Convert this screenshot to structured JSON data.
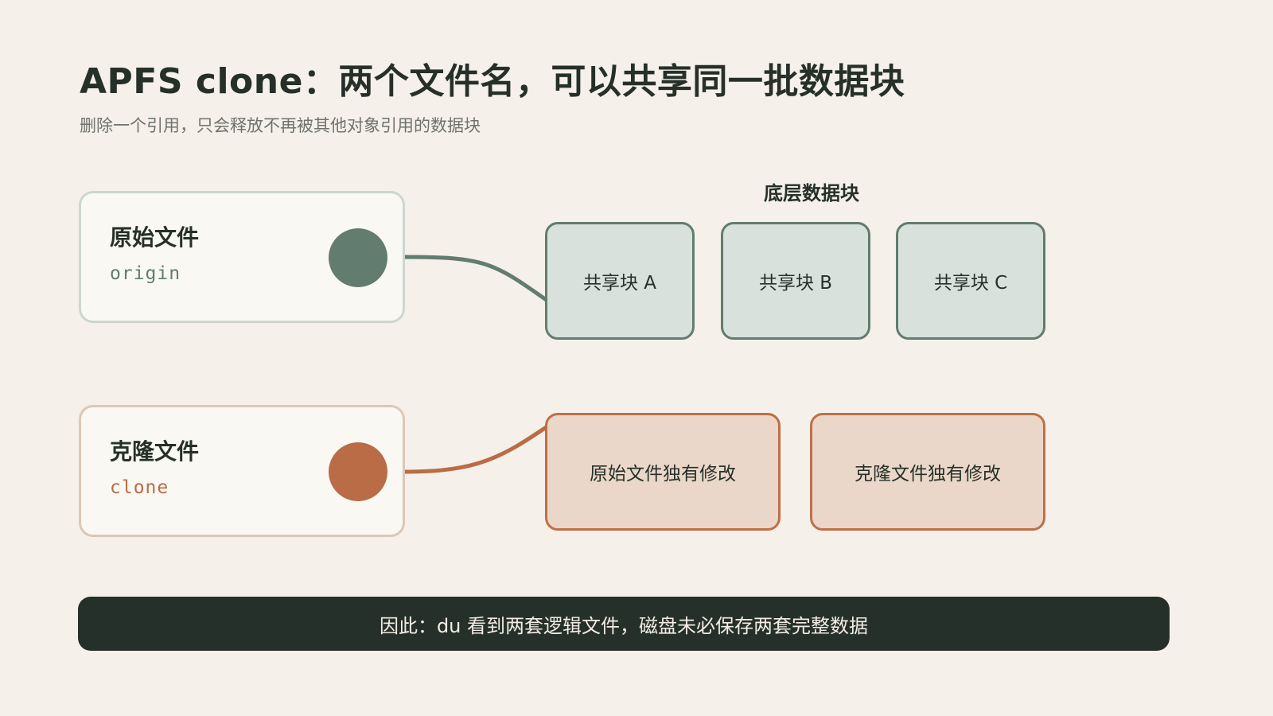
{
  "title": "APFS clone：两个文件名，可以共享同一批数据块",
  "subtitle": "删除一个引用，只会释放不再被其他对象引用的数据块",
  "section_label": "底层数据块",
  "files": [
    {
      "name": "原始文件",
      "code": "origin",
      "color": "#627c6f"
    },
    {
      "name": "克隆文件",
      "code": "clone",
      "color": "#b96c45"
    }
  ],
  "shared_blocks": [
    "共享块 A",
    "共享块 B",
    "共享块 C"
  ],
  "modified_blocks": [
    "原始文件独有修改",
    "克隆文件独有修改"
  ],
  "footer": "因此：du 看到两套逻辑文件，磁盘未必保存两套完整数据",
  "colors": {
    "background": "#f5f0e9",
    "shared_accent": "#627c6f",
    "clone_accent": "#b96c45",
    "footer_bg": "#26302b"
  }
}
